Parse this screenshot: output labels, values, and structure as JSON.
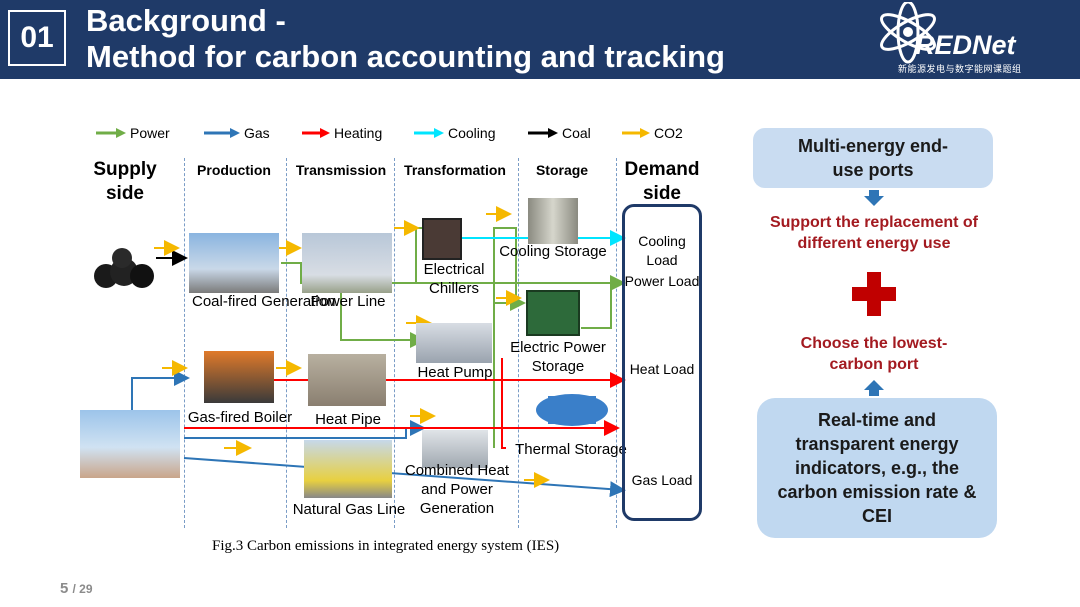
{
  "header": {
    "section_number": "01",
    "title_line1": "Background -",
    "title_line2": "Method for carbon accounting and tracking",
    "logo_name": "REDNet",
    "logo_subtitle": "新能源发电与数字能网课题组"
  },
  "legend": [
    {
      "label": "Power",
      "color": "#70ad47"
    },
    {
      "label": "Gas",
      "color": "#2e75b6"
    },
    {
      "label": "Heating",
      "color": "#ff0000"
    },
    {
      "label": "Cooling",
      "color": "#00e5ff"
    },
    {
      "label": "Coal",
      "color": "#000000"
    },
    {
      "label": "CO2",
      "color": "#f5b800"
    }
  ],
  "stages": {
    "supply": "Supply side",
    "production": "Production",
    "transmission": "Transmission",
    "transformation": "Transformation",
    "storage": "Storage",
    "demand": "Demand side"
  },
  "components": {
    "coal_fired": "Coal-fired Generation",
    "power_line": "Power Line",
    "electrical_chillers": "Electrical Chillers",
    "cooling_storage": "Cooling Storage",
    "electric_power_storage": "Electric Power Storage",
    "heat_pump": "Heat Pump",
    "gas_fired_boiler": "Gas-fired Boiler",
    "heat_pipe": "Heat Pipe",
    "thermal_storage": "Thermal Storage",
    "chp": "Combined Heat and Power Generation",
    "natural_gas_line": "Natural Gas Line"
  },
  "loads": {
    "cooling": "Cooling Load",
    "power": "Power Load",
    "heat": "Heat Load",
    "gas": "Gas Load"
  },
  "caption": "Fig.3  Carbon emissions in integrated energy system (IES)",
  "right_panel": {
    "box1": "Multi-energy end-use ports",
    "text1": "Support the replacement of different energy use",
    "text2": "Choose the lowest-carbon port",
    "box2": "Real-time and transparent energy indicators, e.g., the carbon emission rate & CEI"
  },
  "page": {
    "current": "5",
    "total": "/ 29"
  },
  "colors": {
    "header_bg": "#1f3a68",
    "accent_red": "#a31a20",
    "panel_blue": "#c9dcf1"
  },
  "icons": [
    "redenet-atom-logo-icon",
    "red-cross-icon",
    "blue-arrow-down-icon",
    "blue-arrow-up-icon"
  ]
}
